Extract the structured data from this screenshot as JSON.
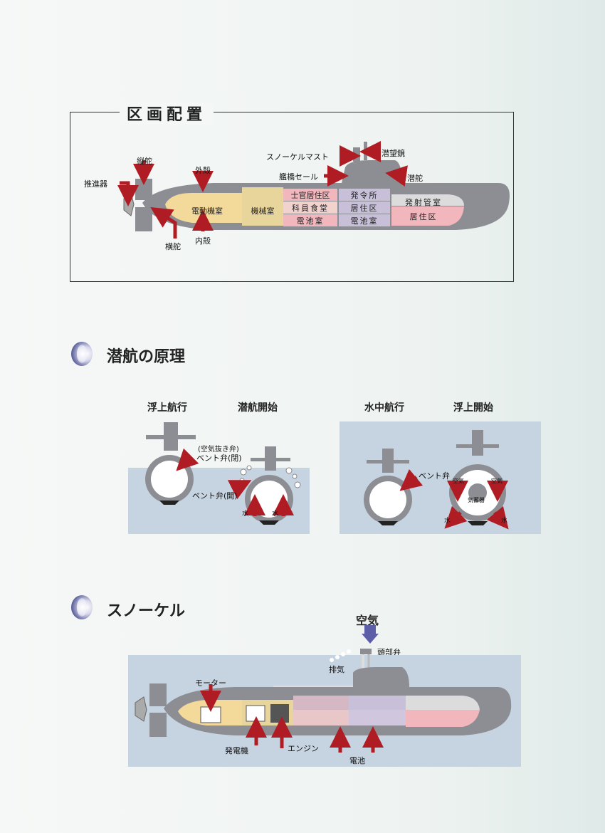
{
  "layout_section": {
    "title": "区画配置",
    "labels": {
      "propulsor": "推進器",
      "rudder": "縦舵",
      "outer_hull": "外殻",
      "inner_hull": "内殻",
      "stern_plane": "横舵",
      "snorkel_mast": "スノーケルマスト",
      "periscope": "潜望鏡",
      "sail": "艦橋セール",
      "dive_plane": "潜舵"
    },
    "rooms": {
      "motor_room": "電動機室",
      "machinery_room": "機械室",
      "officer_quarters": "士官居住区",
      "mess": "科員食堂",
      "battery_aft": "電池室",
      "control_room": "発令所",
      "quarters_mid": "居住区",
      "battery_fwd": "電池室",
      "torpedo_room": "発射管室",
      "quarters_fwd": "居住区"
    }
  },
  "principle_section": {
    "title": "潜航の原理",
    "captions": {
      "surface": "浮上航行",
      "dive_start": "潜航開始",
      "underwater": "水中航行",
      "surface_start": "浮上開始"
    },
    "labels": {
      "vent_open_note": "(空気抜き弁)",
      "vent_closed": "ベント弁(閉)",
      "vent_open": "ベント弁(開)",
      "water": "水",
      "vent": "ベント弁",
      "air": "空気",
      "air_tank": "気蓄器"
    }
  },
  "snorkel_section": {
    "title": "スノーケル",
    "labels": {
      "air": "空気",
      "head_valve": "頭部弁",
      "exhaust": "排気",
      "motor": "モーター",
      "generator": "発電機",
      "engine": "エンジン",
      "battery": "電池"
    }
  },
  "colors": {
    "hull": "#8c8e93",
    "arrow": "#b01c24",
    "motor_room": "#f3d99a",
    "machinery": "#e8d59c",
    "pink": "#f2b7bd",
    "lavender": "#c8bfd9",
    "light_gray": "#dcdcdc",
    "water": "#c6d3e0"
  }
}
